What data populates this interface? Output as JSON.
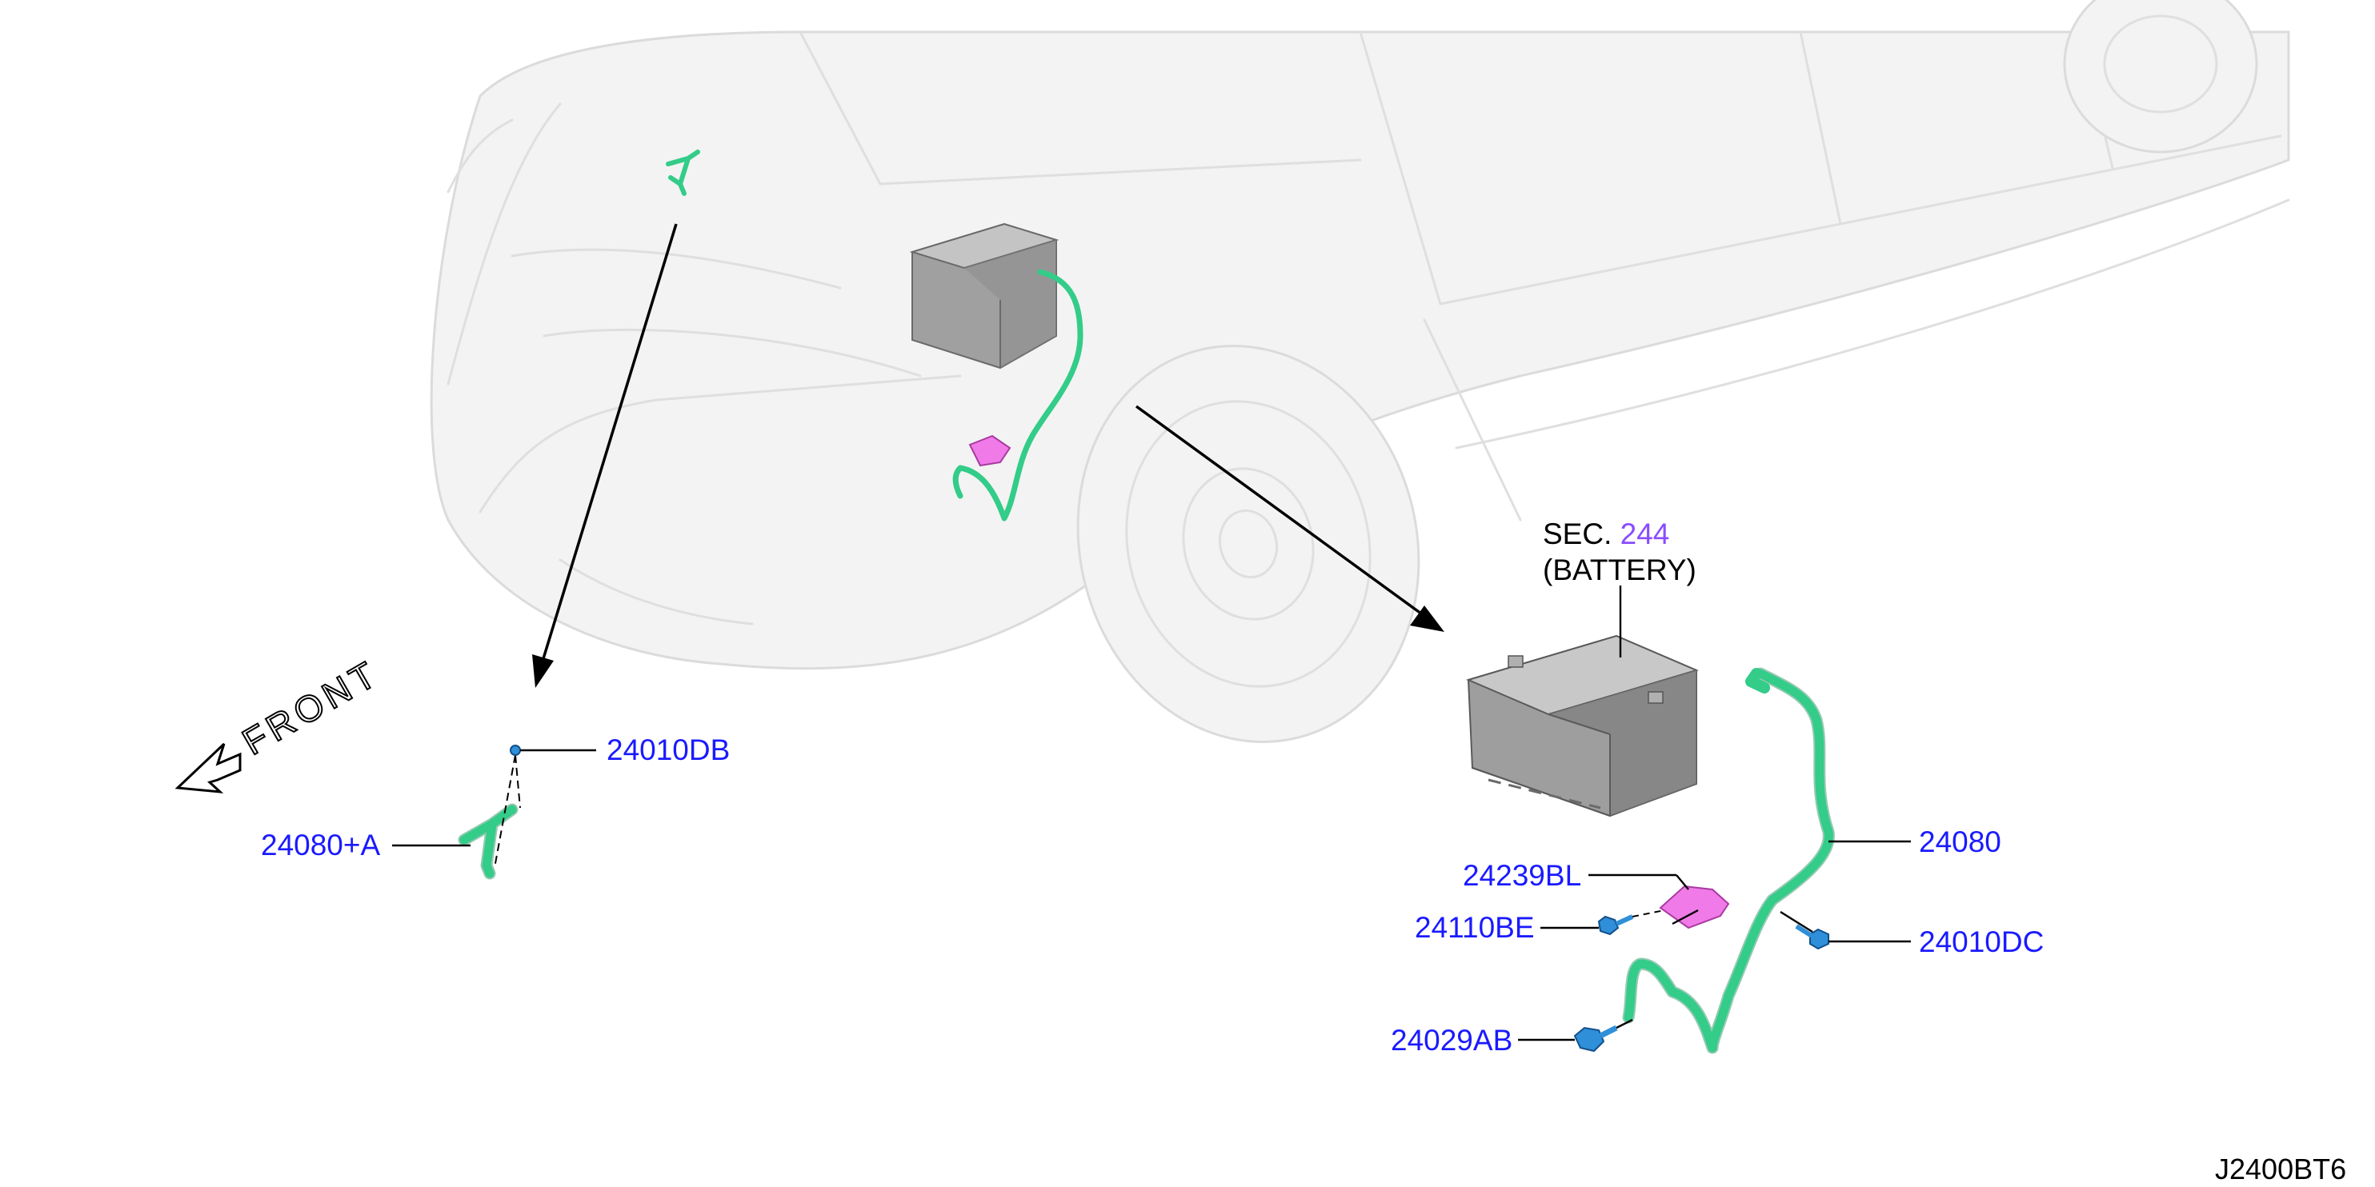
{
  "callouts": {
    "p24010DB": "24010DB",
    "p24080A": "24080+A",
    "p24080": "24080",
    "p24239BL": "24239BL",
    "p24110BE": "24110BE",
    "p24010DC": "24010DC",
    "p24029AB": "24029AB"
  },
  "section_ref": {
    "prefix": "SEC.",
    "number": "244",
    "name": "(BATTERY)"
  },
  "front_label": "FRONT",
  "diagram_id": "J2400BT6",
  "colors": {
    "callout": "#1a1aff",
    "section_number": "#8a4cff",
    "harness": "#33cc88",
    "bolt": "#2f8fd8",
    "bracket": "#f07be8",
    "battery": "#8c8c8c"
  }
}
